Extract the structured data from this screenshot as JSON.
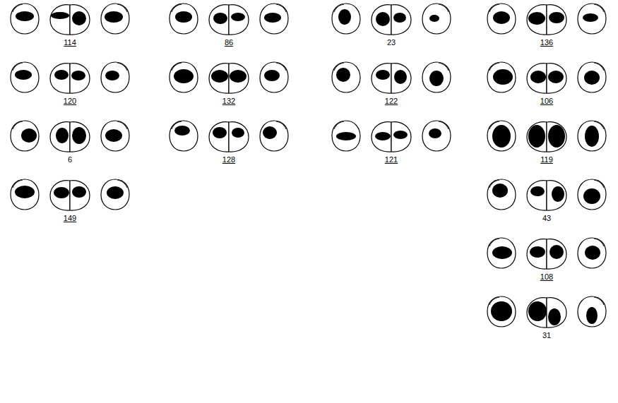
{
  "diagram": {
    "labels": [
      "114",
      "86",
      "23",
      "136",
      "120",
      "132",
      "122",
      "106",
      "6",
      "128",
      "121",
      "119",
      "149",
      "43",
      "108",
      "31"
    ]
  }
}
